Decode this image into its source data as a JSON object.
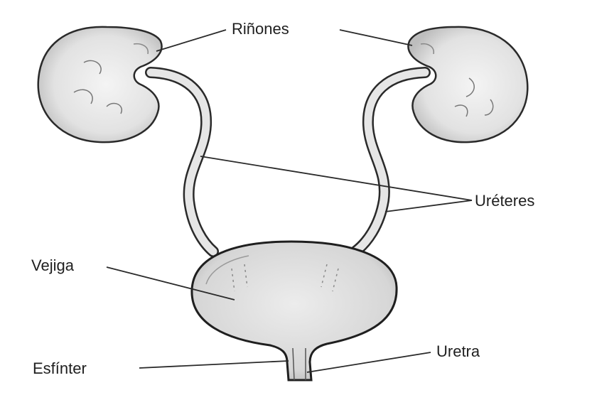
{
  "labels": {
    "kidneys": "Riñones",
    "ureters": "Uréteres",
    "bladder": "Vejiga",
    "sphincter": "Esfínter",
    "urethra": "Uretra"
  }
}
